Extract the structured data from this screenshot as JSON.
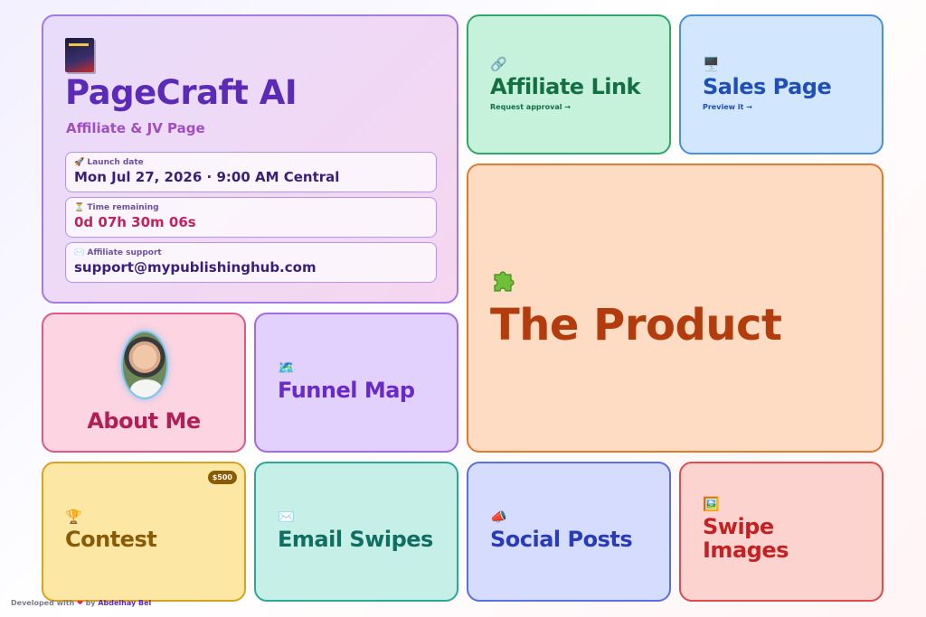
{
  "hero": {
    "brand": "PageCraft AI",
    "subtitle": "Affiliate & JV Page",
    "launch": {
      "icon": "🚀",
      "label": "Launch date",
      "value": "Mon Jul 27, 2026 · 9:00 AM Central"
    },
    "time": {
      "icon": "⏳",
      "label": "Time remaining",
      "value": "0d 07h 30m 06s"
    },
    "support": {
      "icon": "✉️",
      "label": "Affiliate support",
      "value": "support@mypublishinghub.com"
    }
  },
  "cards": {
    "affiliate": {
      "icon": "🔗",
      "title": "Affiliate Link",
      "sub": "Request approval →"
    },
    "sales": {
      "icon": "🖥️",
      "title": "Sales Page",
      "sub": "Preview it →"
    },
    "product": {
      "icon_name": "puzzle-icon",
      "title": "The Product"
    },
    "about": {
      "title": "About Me"
    },
    "funnel": {
      "icon": "🗺️",
      "title": "Funnel Map"
    },
    "contest": {
      "icon": "🏆",
      "title": "Contest",
      "badge": "$500"
    },
    "email": {
      "icon": "✉️",
      "title": "Email Swipes"
    },
    "social": {
      "icon": "📣",
      "title": "Social Posts"
    },
    "images": {
      "icon": "🖼️",
      "title": "Swipe Images"
    }
  },
  "footer": {
    "prefix": "Developed with",
    "heart": "❤",
    "by": "by",
    "author": "Abdelhay Bel"
  },
  "colors": {
    "brand": "#5b2bb8",
    "affiliate": "#2ea86a",
    "sales": "#4a8fe0",
    "product": "#e07b2e",
    "about": "#dc5a86",
    "funnel": "#9f6be8",
    "contest": "#d8a31c",
    "email": "#2aa898",
    "social": "#5a6fe0",
    "images": "#e04b4b"
  }
}
